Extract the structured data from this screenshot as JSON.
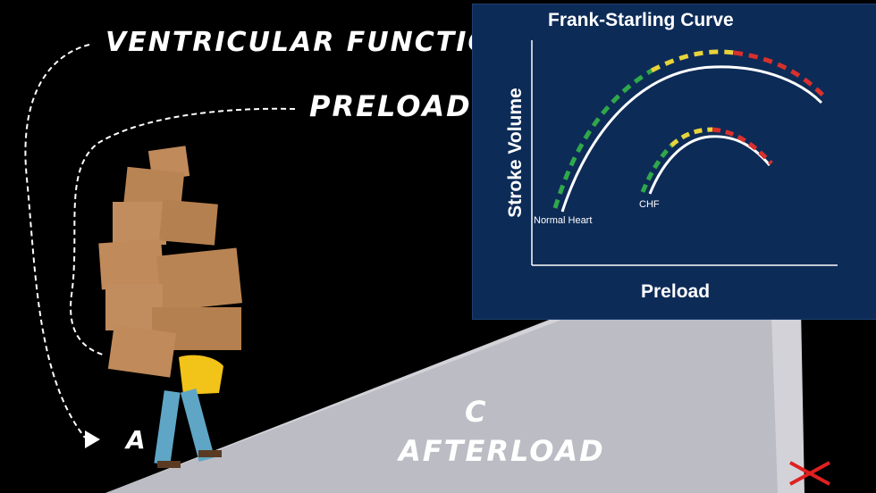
{
  "labels": {
    "ventricular_function": "VENTRICULAR FUNCTION",
    "preload": "PRELOAD",
    "point_a": "A",
    "point_c": "C",
    "afterload": "AFTERLOAD"
  },
  "chart": {
    "title": "Frank-Starling Curve",
    "xlabel": "Preload",
    "ylabel": "Stroke Volume",
    "curves": [
      "Normal Heart",
      "CHF"
    ]
  },
  "colors": {
    "background": "#000000",
    "panel": "#0d2b57",
    "zone_green": "#2fa84a",
    "zone_yellow": "#e8d43a",
    "zone_red": "#d9302c",
    "logo_red": "#e02020"
  }
}
